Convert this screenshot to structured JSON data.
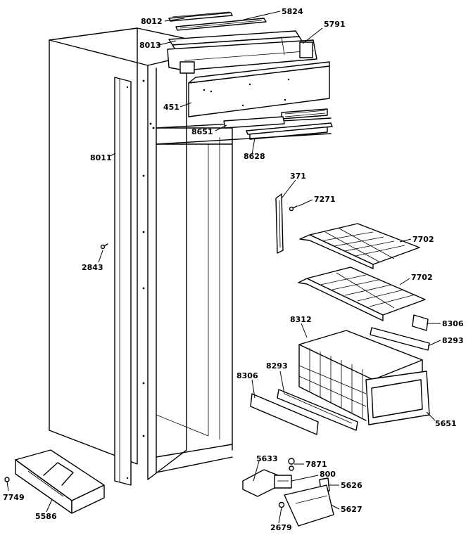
{
  "labels": {
    "p8012": "8012",
    "p5824": "5824",
    "p8013": "8013",
    "p5791": "5791",
    "p451": "451",
    "p8651": "8651",
    "p8628": "8628",
    "p8011": "8011",
    "p371": "371",
    "p7271": "7271",
    "p7702a": "7702",
    "p7702b": "7702",
    "p2843": "2843",
    "p8312": "8312",
    "p8306a": "8306",
    "p8293a": "8293",
    "p8293b": "8293",
    "p8306b": "8306",
    "p5651": "5651",
    "p5633": "5633",
    "p7871": "7871",
    "p800": "800",
    "p5626": "5626",
    "p5627": "5627",
    "p2679": "2679",
    "p7749": "7749",
    "p5586": "5586"
  }
}
